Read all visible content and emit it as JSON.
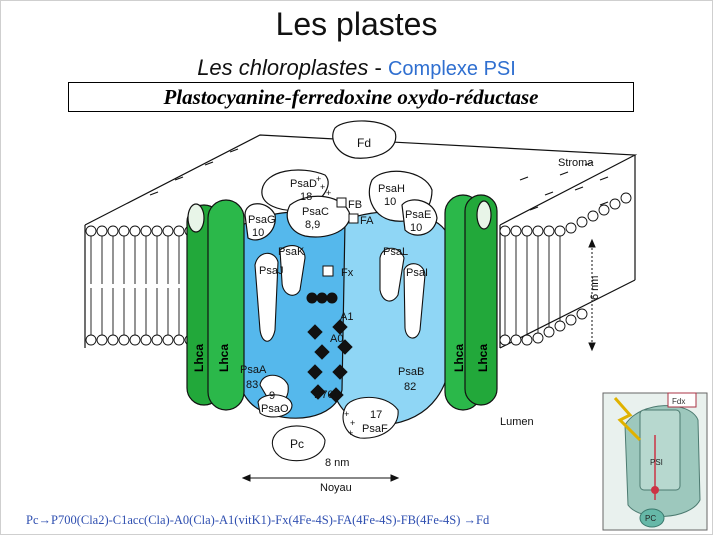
{
  "slide": {
    "title": "Les plastes",
    "subtitle_main": "Les chloroplastes",
    "subtitle_sep": " - ",
    "subtitle_link": "Complexe PSI",
    "banner": "Plastocyanine-ferredoxine oxydo-réductase",
    "formula": "Pc→P700(Cla2)-C1acc(Cla)-A0(Cla)-A1(vitK1)-Fx(4Fe-4S)-FA(4Fe-4S)-FB(4Fe-4S) →Fd"
  },
  "diagram": {
    "fd": "Fd",
    "stroma": "Stroma",
    "lumen": "Lumen",
    "noyau": "Noyau",
    "scale": "8 nm",
    "height": "6 nm",
    "psaD": "PsaD",
    "psaD_num": "18",
    "psaC": "PsaC",
    "psaC_num": "8,9",
    "psaH": "PsaH",
    "psaH_num": "10",
    "psaG": "PsaG",
    "psaG_num": "10",
    "psaE": "PsaE",
    "psaE_num": "10",
    "fb": "FB",
    "fa": "FA",
    "fx": "Fx",
    "a1": "A1",
    "a0": "A0",
    "p700": "P700",
    "psaK": "PsaK",
    "psaL": "PsaL",
    "psaJ": "PsaJ",
    "psaI": "PsaI",
    "psaA": "PsaA",
    "psaA_num": "83",
    "psaB": "PsaB",
    "psaB_num": "82",
    "psaO": "PsaO",
    "psaO_num": "9",
    "psaF": "PsaF",
    "psaF_num": "17",
    "pc": "Pc",
    "lhca1": "Lhca",
    "lhca2": "Lhca",
    "lhca3": "Lhca",
    "lhca4": "Lhca"
  },
  "inset": {
    "fdx": "Fdx",
    "psi": "PSI",
    "pc": "PC"
  },
  "colors": {
    "membrane_blue": "#55b8ec",
    "membrane_light": "#8fd6f5",
    "lhca_green": "#22a83a",
    "link_blue": "#2f6fd0"
  }
}
